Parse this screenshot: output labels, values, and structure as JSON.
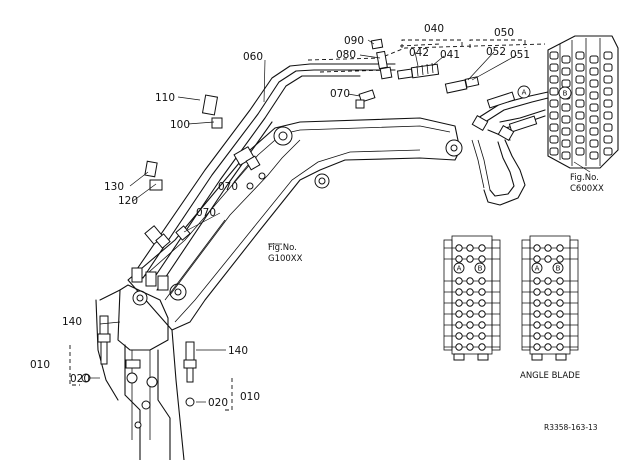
{
  "callouts": {
    "c010a": "010",
    "c010b": "010",
    "c020a": "020",
    "c020b": "020",
    "c040": "040",
    "c041": "041",
    "c042": "042",
    "c050": "050",
    "c051": "051",
    "c052": "052",
    "c060": "060",
    "c070a": "070",
    "c070b": "070",
    "c070c": "070",
    "c080": "080",
    "c090": "090",
    "c100": "100",
    "c110": "110",
    "c120": "120",
    "c130": "130",
    "c140a": "140",
    "c140b": "140"
  },
  "refs": {
    "fig_g_line1": "Fig.No.",
    "fig_g_line2": "G100XX",
    "fig_c_line1": "Fig.No.",
    "fig_c_line2": "C600XX"
  },
  "ports": {
    "a": "A",
    "b": "B"
  },
  "inset": {
    "caption": "ANGLE BLADE"
  },
  "drawing_code": "R3358-163-13"
}
